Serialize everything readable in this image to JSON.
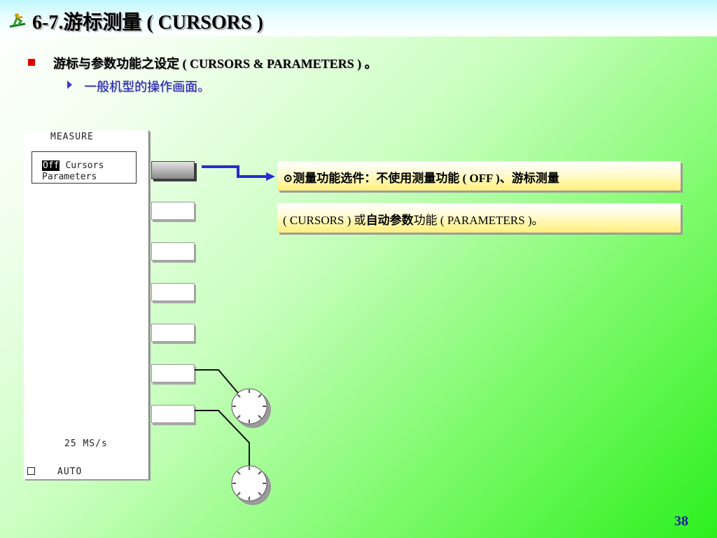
{
  "header": {
    "title": "6-7.游标测量 ( CURSORS )",
    "icon": "skier-icon"
  },
  "content": {
    "bullet_text": "游标与参数功能之设定 ( CURSORS & PARAMETERS ) 。",
    "sub_bullet_text": "一般机型的操作画面。"
  },
  "screen": {
    "measure_label": "MEASURE",
    "menu_off": "Off",
    "menu_cursors": "Cursors",
    "menu_parameters": "Parameters",
    "sample_rate": "25 MS/s",
    "auto_label": "AUTO"
  },
  "callouts": {
    "first_prefix": "⊙测量功能选件：不使用测量功能 ( ",
    "first_off": "OFF",
    "first_suffix": " )、游标测量",
    "second_prefix": "( CURSORS ) 或",
    "second_bold": "自动参数",
    "second_suffix": "功能 ( PARAMETERS )。"
  },
  "footer": {
    "page_number": "38"
  },
  "colors": {
    "connector": "#2a2ad0",
    "bullet": "#e00000",
    "sub_text": "#2222aa",
    "page_number": "#1a1aa0"
  }
}
